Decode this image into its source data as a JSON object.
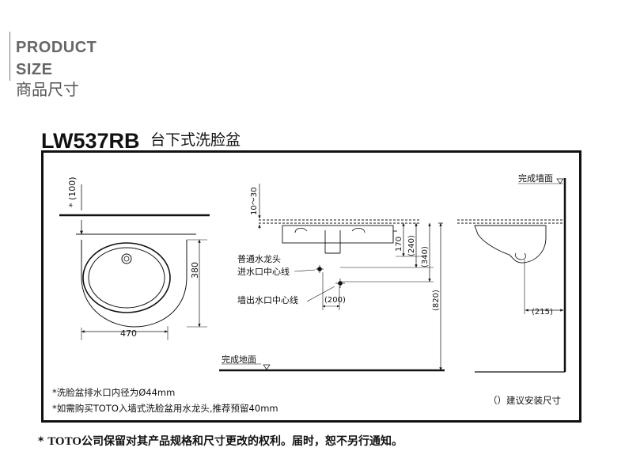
{
  "header": {
    "line1": "PRODUCT",
    "line2": "SIZE",
    "cn": "商品尺寸"
  },
  "product": {
    "model": "LW537RB",
    "name": "台下式洗脸盆"
  },
  "drawing": {
    "front": {
      "offset_label": "* (100)",
      "width_label": "470",
      "depth_label": "380"
    },
    "side": {
      "dim_10_30": "10～30",
      "dim_170": "170",
      "dim_240": "(240)",
      "dim_340": "(340)",
      "dim_820": "(820)",
      "dim_200": "(200)",
      "label_faucet": "普通水龙头",
      "label_supply": "进水口中心线",
      "label_drain": "墙出水口中心线",
      "label_floor": "完成地面"
    },
    "section": {
      "label_wall": "完成墙面",
      "dim_215": "(215)"
    }
  },
  "notes": {
    "note1": "*洗脸盆排水口内径为Ø44mm",
    "note2": "*如需购买TOTO入墙式洗脸盆用水龙头,推荐预留40mm",
    "legend": "（）建议安装尺寸"
  },
  "footer": {
    "star": "*",
    "brand": "TOTO",
    "text": "公司保留对其产品规格和尺寸更改的权利。届时，恕不另行通知。"
  }
}
